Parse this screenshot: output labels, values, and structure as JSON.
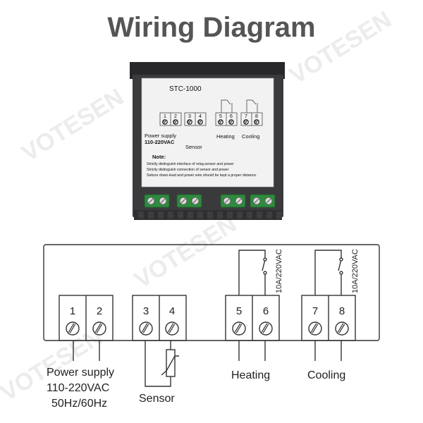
{
  "title": "Wiring Diagram",
  "watermark": "VOTESEN",
  "device": {
    "model": "STC-1000",
    "plate_labels": {
      "power_supply": "Power supply",
      "voltage": "110-220VAC",
      "sensor": "Sensor",
      "heating": "Heating",
      "cooling": "Cooling"
    },
    "note_title": "Note:",
    "notes": [
      "Strictly distinguish interface of relay,sensor and power",
      "Strictly distinguish connection of sensor and power",
      "Sebsor down-lead and power wire should be kept a proper distance."
    ]
  },
  "terminals": [
    "1",
    "2",
    "3",
    "4",
    "5",
    "6",
    "7",
    "8"
  ],
  "relay_rating": "10A/220VAC",
  "labels": {
    "power_supply": "Power supply",
    "voltage": "110-220VAC",
    "frequency": "50Hz/60Hz",
    "sensor": "Sensor",
    "heating": "Heating",
    "cooling": "Cooling"
  },
  "colors": {
    "title": "#555555",
    "line": "#333333",
    "device_body": "#3a3a3d",
    "terminal_block": "#2e8b3e",
    "plate": "#f2f2f2",
    "watermark": "#ececec"
  }
}
